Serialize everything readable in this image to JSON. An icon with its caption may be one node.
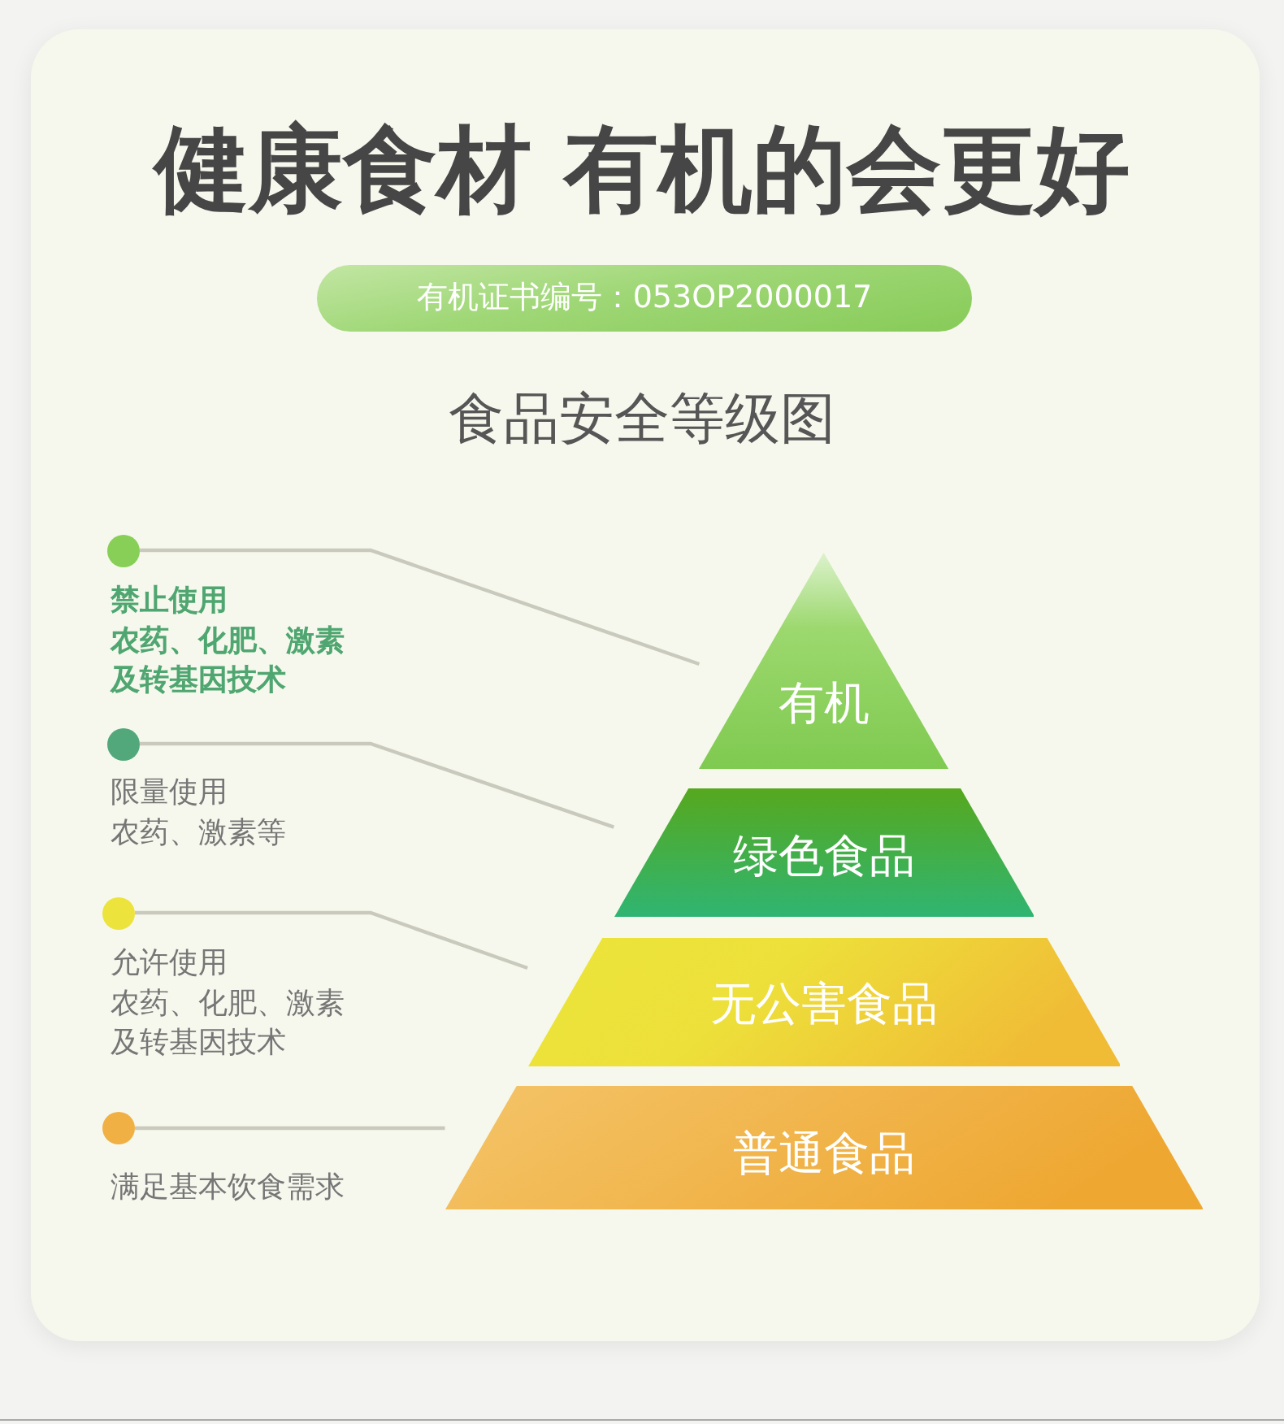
{
  "diagram": {
    "title": "健康食材 有机的会更好",
    "nodes": [
      {
        "text": [
          "有机证书编号：053OP2000017"
        ]
      },
      {
        "text": [],
        "shape": "circle",
        "beside": [
          "禁止使用",
          "农药、化肥、激素及转基因技术"
        ]
      },
      {
        "text": [],
        "shape": "circle",
        "beside": [
          "限量使用",
          "农药、激素等"
        ]
      },
      {
        "text": [],
        "shape": "circle",
        "beside": [
          "允许使用",
          "农药、化肥、激素及转基因技术"
        ]
      },
      {
        "text": [],
        "shape": "circle",
        "beside": [
          "满足基本饮食需求"
        ]
      },
      {
        "text": [
          "有机"
        ]
      },
      {
        "text": [
          "绿色食品"
        ]
      },
      {
        "text": [
          "无公害食品"
        ]
      },
      {
        "text": [
          "普通食品"
        ]
      }
    ],
    "edges": [
      {
        "from": 1,
        "to": 5,
        "arrow": "none"
      },
      {
        "from": 2,
        "to": 6,
        "arrow": "none"
      },
      {
        "from": 3,
        "to": 7,
        "arrow": "none"
      },
      {
        "from": 4,
        "to": 8,
        "arrow": "none"
      }
    ],
    "labels": [
      "食品安全等级图"
    ]
  }
}
